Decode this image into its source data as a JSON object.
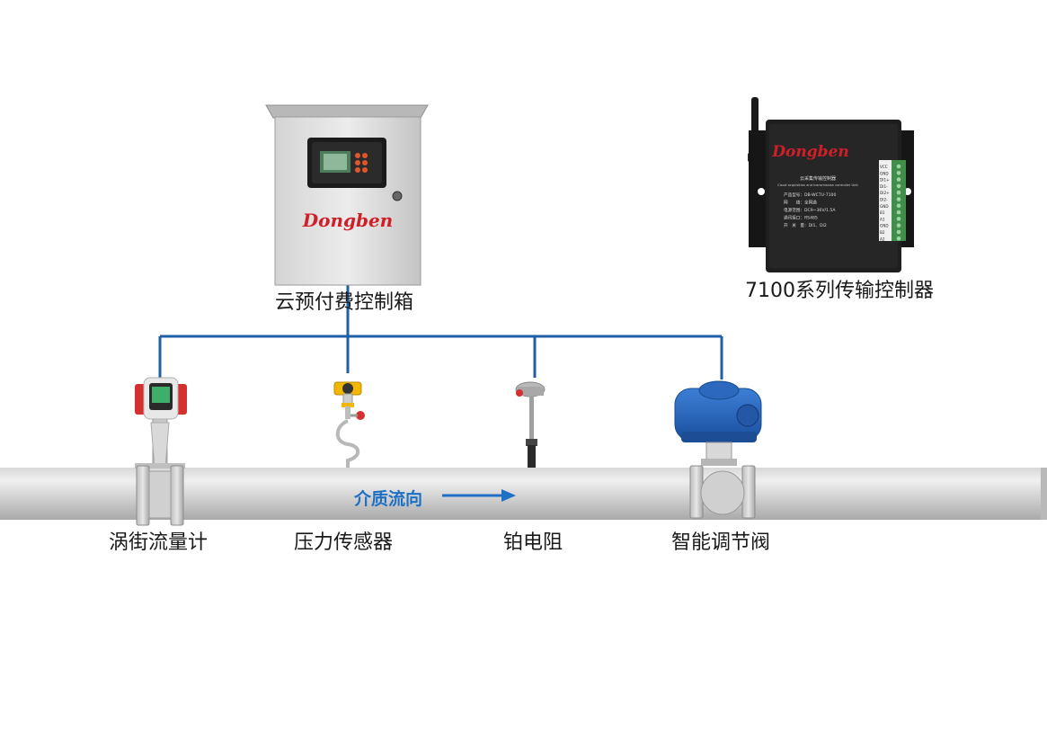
{
  "components": {
    "control_box": {
      "label": "云预付费控制箱",
      "logo": "Dongben"
    },
    "controller": {
      "label": "7100系列传输控制器",
      "logo": "Dongben",
      "panel_title": "云采集传输控制器",
      "panel_subtitle": "Cloud acquisition and transmission controller Unit",
      "specs": [
        "产品型号：DB-WCTU-7100",
        "网　　络：全网通",
        "电源范围：DC9~36V/1.5A",
        "通讯接口：RS485",
        "开　关　量：DI1、DI2"
      ],
      "terminals": [
        "VCC",
        "GND",
        "DI1+",
        "DI1-",
        "DI2+",
        "DI2-",
        "GND",
        "B1",
        "A1",
        "GND",
        "B2",
        "A2"
      ]
    },
    "vortex_meter": {
      "label": "涡街流量计"
    },
    "pressure_sensor": {
      "label": "压力传感器"
    },
    "pt_resistor": {
      "label": "铂电阻"
    },
    "control_valve": {
      "label": "智能调节阀"
    }
  },
  "flow": {
    "label": "介质流向"
  },
  "colors": {
    "wire": "#1f5fa8",
    "flow": "#1f6fc4",
    "pipe": "#c9c9c9",
    "brand": "#d01f28"
  }
}
